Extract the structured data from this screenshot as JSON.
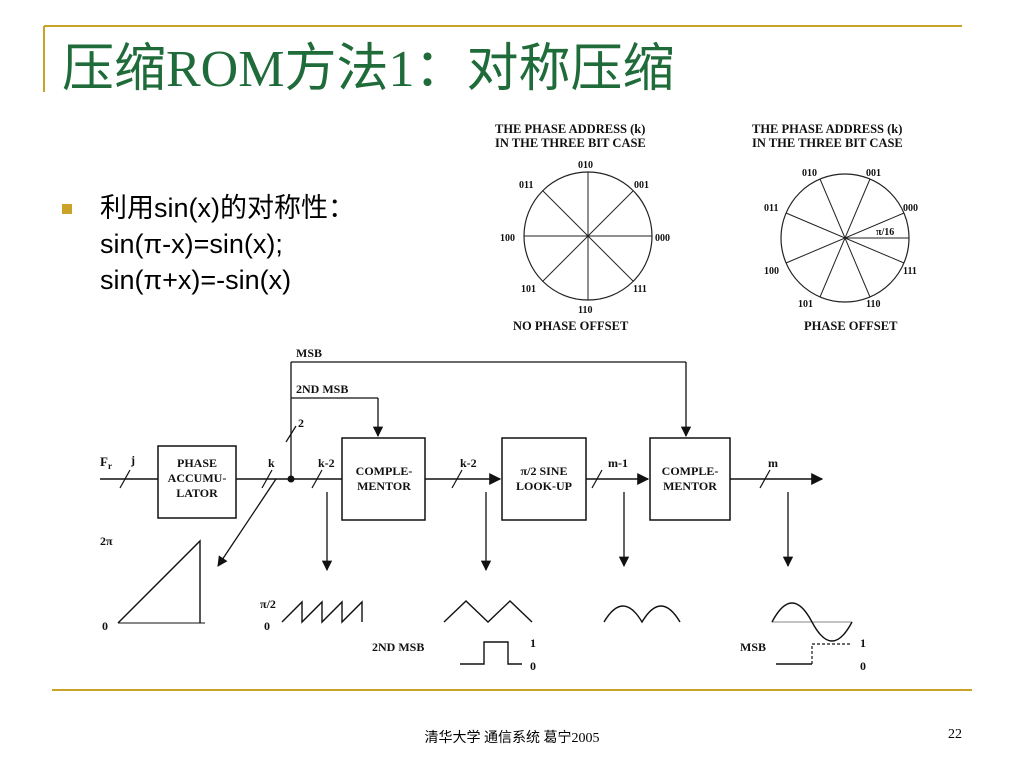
{
  "slide": {
    "title": "压缩ROM方法1：对称压缩",
    "bullet": {
      "line1": "利用sin(x)的对称性：",
      "line2": "sin(π-x)=sin(x);",
      "line3": "sin(π+x)=-sin(x)"
    },
    "footer": "清华大学 通信系统 葛宁2005",
    "page_number": "22",
    "accent_color": "#c9a227",
    "title_color": "#1f6b3a"
  },
  "wheel_left": {
    "title_line1": "THE PHASE ADDRESS (k)",
    "title_line2": "IN THE THREE BIT CASE",
    "caption": "NO PHASE OFFSET",
    "labels": [
      "010",
      "001",
      "000",
      "111",
      "110",
      "101",
      "100",
      "011"
    ]
  },
  "wheel_right": {
    "title_line1": "THE PHASE ADDRESS (k)",
    "title_line2": "IN THE THREE BIT CASE",
    "caption": "PHASE OFFSET",
    "offset_label": "π/16",
    "labels": [
      "010",
      "001",
      "000",
      "111",
      "110",
      "101",
      "100",
      "011"
    ]
  },
  "block_diagram": {
    "input_label": "F",
    "input_sub": "r",
    "width_j": "j",
    "width_k": "k",
    "width_k2": "k-2",
    "width_k2b": "k-2",
    "width_m1": "m-1",
    "width_m": "m",
    "width_2": "2",
    "msb_label": "MSB",
    "second_msb_label": "2ND MSB",
    "phase_acc": [
      "PHASE",
      "ACCUMU-",
      "LATOR"
    ],
    "complementor1": [
      "COMPLE-",
      "MENTOR"
    ],
    "sine_lookup": [
      "π/2 SINE",
      "LOOK-UP"
    ],
    "complementor2": [
      "COMPLE-",
      "MENTOR"
    ],
    "ramp_top": "2π",
    "ramp_bottom": "0",
    "saw_top": "π/2",
    "saw_bottom": "0",
    "wave_2nd_msb": "2ND MSB",
    "wave_msb": "MSB",
    "one_label": "1",
    "zero_label": "0"
  }
}
